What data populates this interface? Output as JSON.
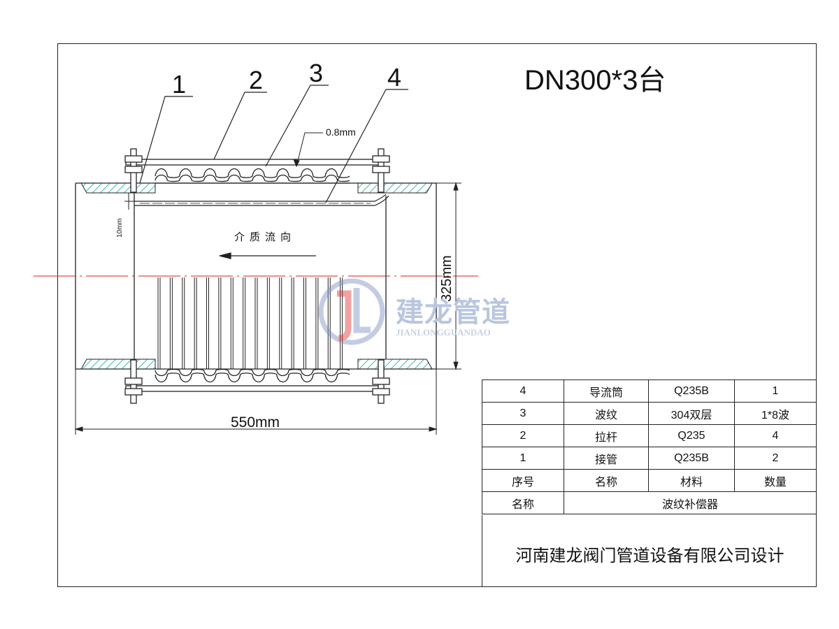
{
  "title": "DN300*3台",
  "part_numbers": [
    "1",
    "2",
    "3",
    "4"
  ],
  "dimensions": {
    "thickness": "0.8mm",
    "gap": "10mm",
    "height": "325mm",
    "length": "550mm"
  },
  "flow_label": "介质流向",
  "watermark": {
    "cn": "建龙管道",
    "en": "JIANLONGGUANDAO"
  },
  "bom_rows": [
    [
      "4",
      "导流筒",
      "Q235B",
      "1"
    ],
    [
      "3",
      "波纹",
      "304双层",
      "1*8波"
    ],
    [
      "2",
      "拉杆",
      "Q235",
      "4"
    ],
    [
      "1",
      "接管",
      "Q235B",
      "2"
    ],
    [
      "序号",
      "名称",
      "材料",
      "数量"
    ]
  ],
  "name_row": {
    "label": "名称",
    "value": "波纹补偿器"
  },
  "company": "河南建龙阀门管道设备有限公司设计",
  "colors": {
    "hatch": "#3fb7b0",
    "centerline": "#d42020",
    "line": "#222222"
  }
}
